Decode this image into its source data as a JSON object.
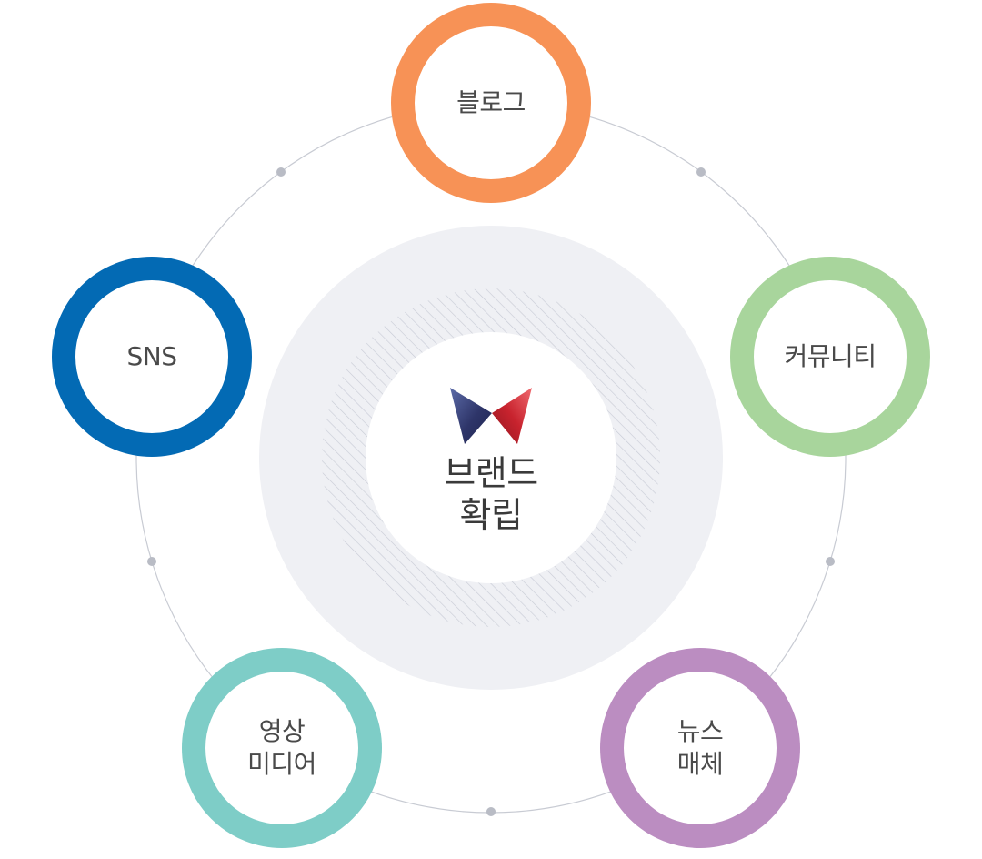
{
  "center": {
    "line1": "브랜드",
    "line2": "확립"
  },
  "nodes": [
    {
      "id": "blog",
      "lines": [
        "블로그"
      ],
      "color": "#F79256"
    },
    {
      "id": "community",
      "lines": [
        "커뮤니티"
      ],
      "color": "#A8D59C"
    },
    {
      "id": "news-media",
      "lines": [
        "뉴스",
        "매체"
      ],
      "color": "#BB8DC1"
    },
    {
      "id": "video-media",
      "lines": [
        "영상",
        "미디어"
      ],
      "color": "#7ECDC7"
    },
    {
      "id": "sns",
      "lines": [
        "SNS"
      ],
      "color": "#036AB4"
    }
  ],
  "colors": {
    "orbit": "#C8CBD3",
    "orbit_dot": "#B9BCC5",
    "center_disc": "#EFF0F4",
    "hatch": "#C9CCD6",
    "logo_left": "#2E3569",
    "logo_right": "#C8232E"
  }
}
